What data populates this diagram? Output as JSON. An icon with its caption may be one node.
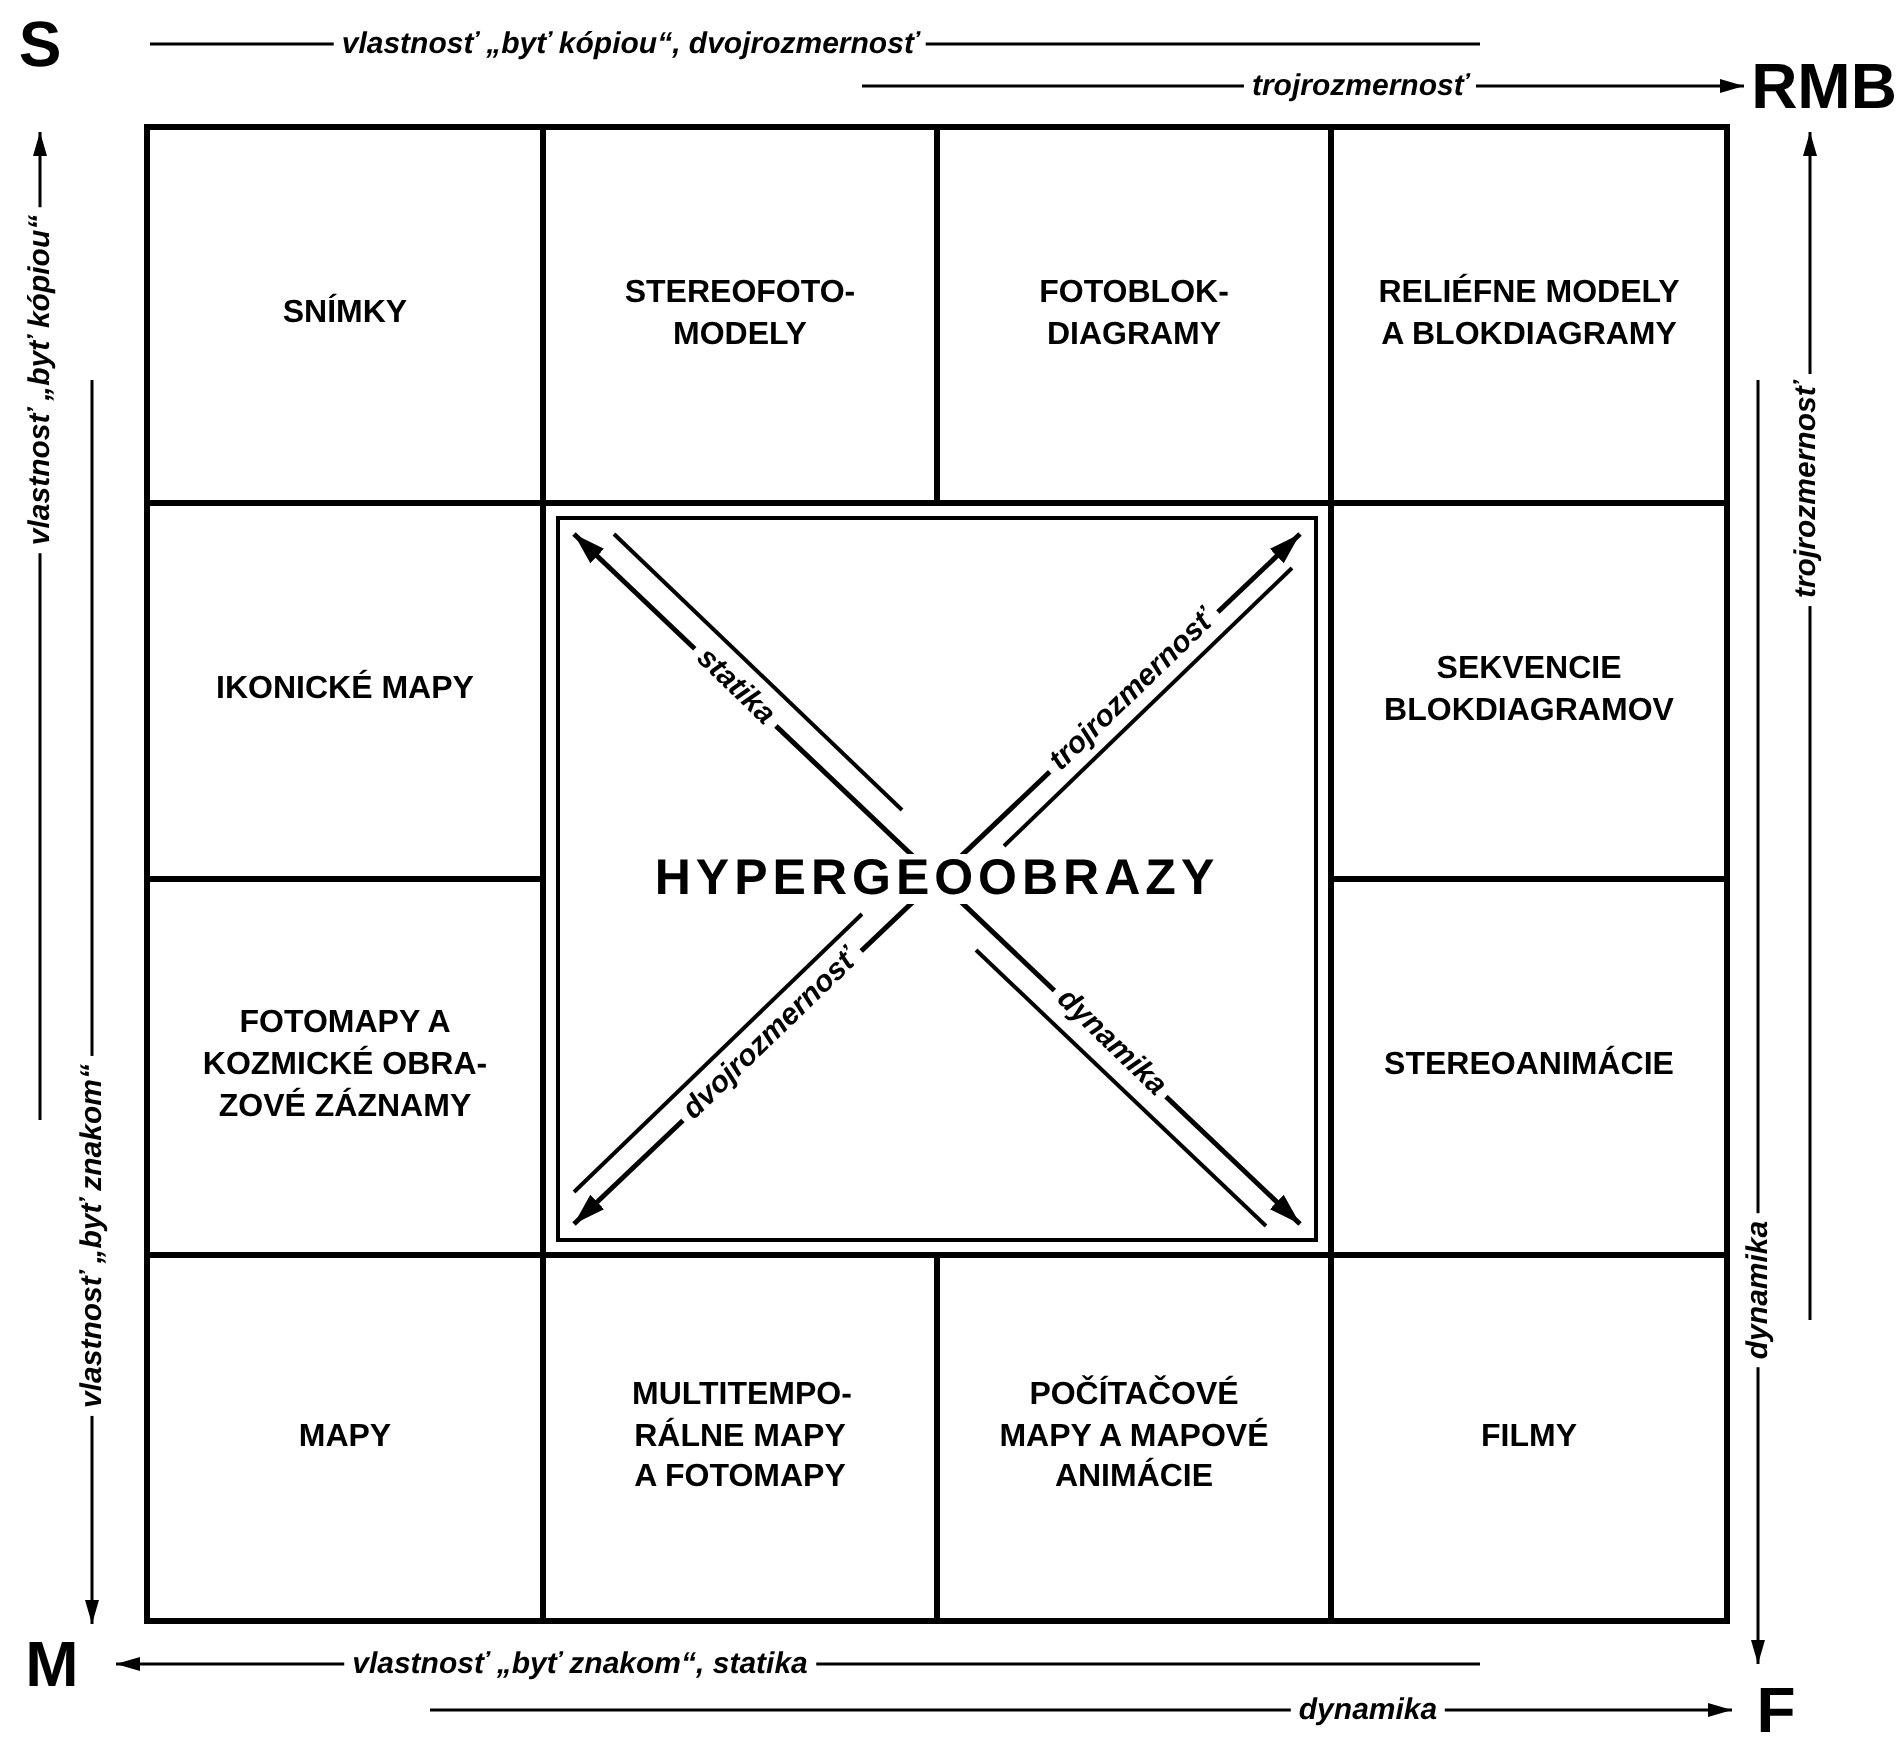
{
  "diagram": {
    "nodes": [
      {
        "text": [
          "SNÍMKY"
        ]
      },
      {
        "text": [
          "STEREOFOTO- MODELY"
        ]
      },
      {
        "text": [
          "FOTOBLOK- DIAGRAMY"
        ]
      },
      {
        "text": [
          "RELIÉFNE MODELY A BLOKDIAGRAMY"
        ]
      },
      {
        "text": [
          "IKONICKÉ MAPY"
        ]
      },
      {
        "text": [
          "HYPERGEOOBRAZY"
        ]
      },
      {
        "text": [
          "SEKVENCIE BLOKDIAGRAMOV"
        ]
      },
      {
        "text": [
          "FOTOMAPY A KOZMICKÉ OBRA- ZOVÉ ZÁZNAMY"
        ]
      },
      {
        "text": [
          "STEREOANIMÁCIE"
        ]
      },
      {
        "text": [
          "MAPY"
        ]
      },
      {
        "text": [
          "MULTITEMPO- RÁLNE MAPY A FOTOMAPY"
        ]
      },
      {
        "text": [
          "POČÍTAČOVÉ MAPY A MAPOVÉ ANIMÁCIE"
        ]
      },
      {
        "text": [
          "FILMY"
        ]
      }
    ],
    "labels": [
      "S",
      "vlastnosť „byť kópiou“, dvojrozmernosť",
      "trojrozmernosť",
      "RMB",
      "vlastnosť „byť kópiou“",
      "trojrozmernosť",
      "statika",
      "trojrozmernosť",
      "dvojrozmernosť",
      "dynamika",
      "vlastnosť „byť znakom“",
      "dynamika",
      "M",
      "vlastnosť „byť znakom“, statika",
      "dynamika",
      "F"
    ]
  }
}
